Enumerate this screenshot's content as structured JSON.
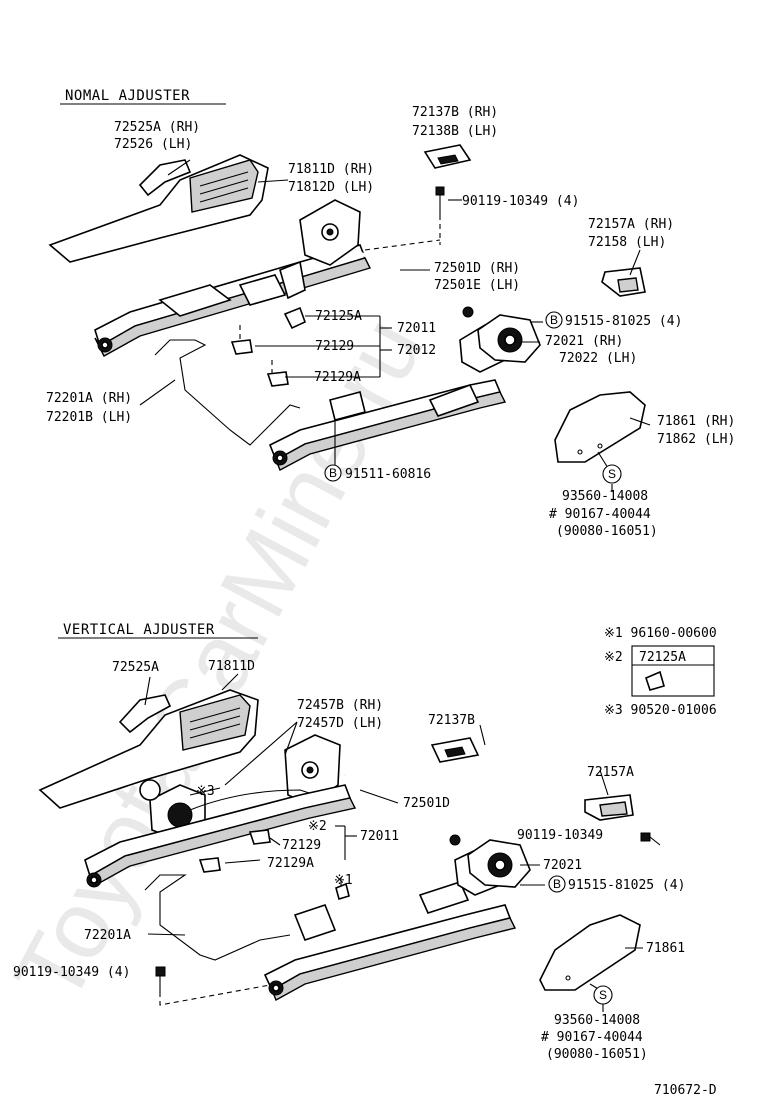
{
  "watermark": "ToyotaCarMine.ru",
  "diagram_code": "710672-D",
  "sections": {
    "normal": {
      "title": "NOMAL AJDUSTER"
    },
    "vertical": {
      "title": "VERTICAL AJDUSTER"
    }
  },
  "normal_labels": {
    "l72525a": "72525A (RH)",
    "l72526": "72526  (LH)",
    "l71811d": "71811D (RH)",
    "l71812d": "71812D (LH)",
    "l72137b": "72137B (RH)",
    "l72138b": "72138B (LH)",
    "l90119": "90119-10349 (4)",
    "l72157a": "72157A (RH)",
    "l72158": "72158  (LH)",
    "l72501d": "72501D (RH)",
    "l72501e": "72501E (LH)",
    "l72125a": "72125A",
    "l72011": "72011",
    "l72012": "72012",
    "l91515": "91515-81025 (4)",
    "l72021": "72021 (RH)",
    "l72022": "72022 (LH)",
    "l72129": "72129",
    "l72129a": "72129A",
    "l72201a": "72201A (RH)",
    "l72201b": "72201B (LH)",
    "l71861": "71861 (RH)",
    "l71862": "71862 (LH)",
    "l91511": "91511-60816",
    "l93560": "93560-14008",
    "l90167": "# 90167-40044",
    "l90080": "(90080-16051)"
  },
  "vertical_labels": {
    "n1": "※1 96160-00600",
    "n2mark": "※2",
    "n2box": "72125A",
    "n3": "※3  90520-01006",
    "l72525a": "72525A",
    "l71811d": "71811D",
    "l72457b": "72457B (RH)",
    "l72457d": "72457D (LH)",
    "l72137b": "72137B",
    "l72157a": "72157A",
    "l72501d": "72501D",
    "mark3": "※3",
    "mark2": "※2",
    "l72011": "72011",
    "l72129": "72129",
    "l72129a": "72129A",
    "mark1": "※1",
    "l90119": "90119-10349",
    "l72021": "72021",
    "l91515": "91515-81025 (4)",
    "l72201a": "72201A",
    "l90119b": "90119-10349 (4)",
    "l71861": "71861",
    "l93560": "93560-14008",
    "l90167": "# 90167-40044",
    "l90080": "(90080-16051)"
  },
  "symbols": {
    "b": "B",
    "s": "S"
  }
}
